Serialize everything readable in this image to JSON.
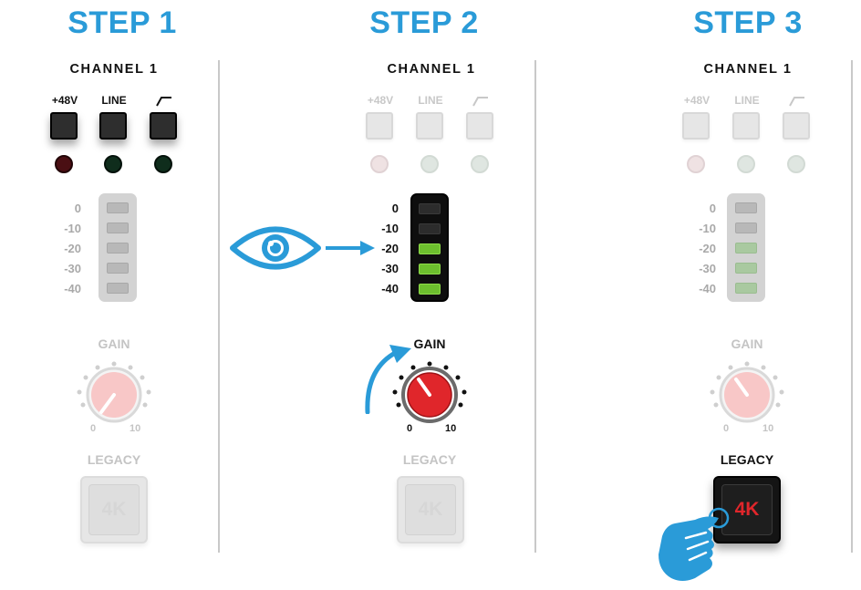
{
  "steps": [
    {
      "title": "STEP 1",
      "channel": "CHANNEL 1",
      "buttons": [
        "+48V",
        "LINE",
        "HPF_GLYPH"
      ],
      "buttons_active": true,
      "meter_active": false,
      "meter_lit_segments": 0,
      "gain_label": "GAIN",
      "gain_min": "0",
      "gain_max": "10",
      "gain_active": false,
      "legacy_label": "LEGACY",
      "legacy_text": "4K",
      "legacy_active": false
    },
    {
      "title": "STEP 2",
      "channel": "CHANNEL 1",
      "buttons": [
        "+48V",
        "LINE",
        "HPF_GLYPH"
      ],
      "buttons_active": false,
      "meter_active": true,
      "meter_lit_segments": 3,
      "gain_label": "GAIN",
      "gain_min": "0",
      "gain_max": "10",
      "gain_active": true,
      "legacy_label": "LEGACY",
      "legacy_text": "4K",
      "legacy_active": false
    },
    {
      "title": "STEP 3",
      "channel": "CHANNEL 1",
      "buttons": [
        "+48V",
        "LINE",
        "HPF_GLYPH"
      ],
      "buttons_active": false,
      "meter_active": false,
      "meter_lit_segments": 3,
      "gain_label": "GAIN",
      "gain_min": "0",
      "gain_max": "10",
      "gain_active": false,
      "legacy_label": "LEGACY",
      "legacy_text": "4K",
      "legacy_active": true
    }
  ],
  "meter_db_labels": [
    "0",
    "-10",
    "-20",
    "-30",
    "-40"
  ],
  "icons": {
    "hpf": "high-pass-filter-icon",
    "eye": "eye-icon",
    "arrow": "arrow-right-icon",
    "curved_arrow": "curved-arrow-icon",
    "hand": "pointing-hand-icon"
  },
  "colors": {
    "accent": "#2a9bd8",
    "knob_red": "#e0262b",
    "led_red": "#4a0f13",
    "led_green": "#0f2d1c",
    "meter_green": "#6dbf2e"
  }
}
